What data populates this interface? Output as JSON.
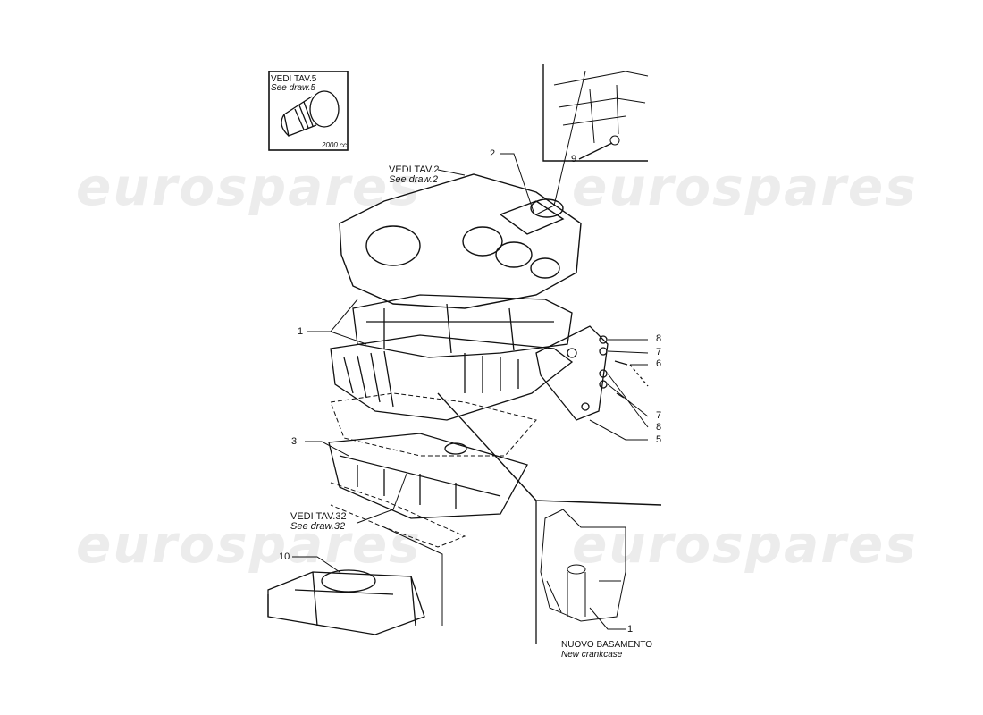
{
  "watermark": "eurospares",
  "insets": {
    "top_left": {
      "ref": "VEDI TAV.5",
      "ref_en": "See draw.5",
      "note": "2000 cc."
    },
    "bottom_right": {
      "title": "NUOVO BASAMENTO",
      "title_en": "New crankcase"
    }
  },
  "references": [
    {
      "ref": "VEDI TAV.2",
      "ref_en": "See draw.2"
    },
    {
      "ref": "VEDI TAV.32",
      "ref_en": "See draw.32"
    }
  ],
  "callouts": [
    "2",
    "9",
    "1",
    "8",
    "7",
    "6",
    "7",
    "8",
    "5",
    "3",
    "10",
    "1"
  ],
  "colors": {
    "line": "#111111",
    "watermark": "#c8c8c8"
  }
}
